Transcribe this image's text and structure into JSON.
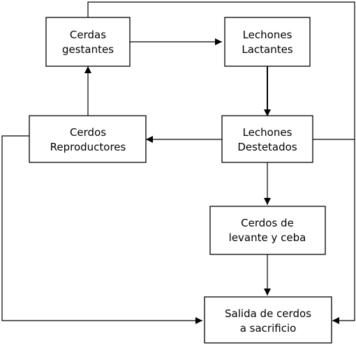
{
  "nodes": {
    "cerdas_gestantes": {
      "lines": [
        "Cerdas",
        "gestantes"
      ]
    },
    "lechones_lactantes": {
      "lines": [
        "Lechones",
        "Lactantes"
      ]
    },
    "cerdos_reproductores": {
      "lines": [
        "Cerdos",
        "Reproductores"
      ]
    },
    "lechones_destetados": {
      "lines": [
        "Lechones",
        "Destetados"
      ]
    },
    "cerdos_levante_ceba": {
      "lines": [
        "Cerdos de",
        "levante y ceba"
      ]
    },
    "salida_sacrificio": {
      "lines": [
        "Salida de cerdos",
        "a sacrificio"
      ]
    }
  },
  "edges": [
    {
      "from": "cerdas_gestantes",
      "to": "lechones_lactantes"
    },
    {
      "from": "lechones_lactantes",
      "to": "lechones_destetados"
    },
    {
      "from": "lechones_destetados",
      "to": "cerdos_reproductores"
    },
    {
      "from": "cerdos_reproductores",
      "to": "cerdas_gestantes"
    },
    {
      "from": "lechones_destetados",
      "to": "cerdos_levante_ceba"
    },
    {
      "from": "cerdos_levante_ceba",
      "to": "salida_sacrificio"
    },
    {
      "from": "cerdos_reproductores",
      "to": "salida_sacrificio"
    },
    {
      "from": "cerdas_gestantes",
      "to": "salida_sacrificio"
    },
    {
      "from": "lechones_destetados",
      "to": "salida_sacrificio"
    }
  ],
  "colors": {
    "stroke": "#000000",
    "background": "#ffffff"
  }
}
